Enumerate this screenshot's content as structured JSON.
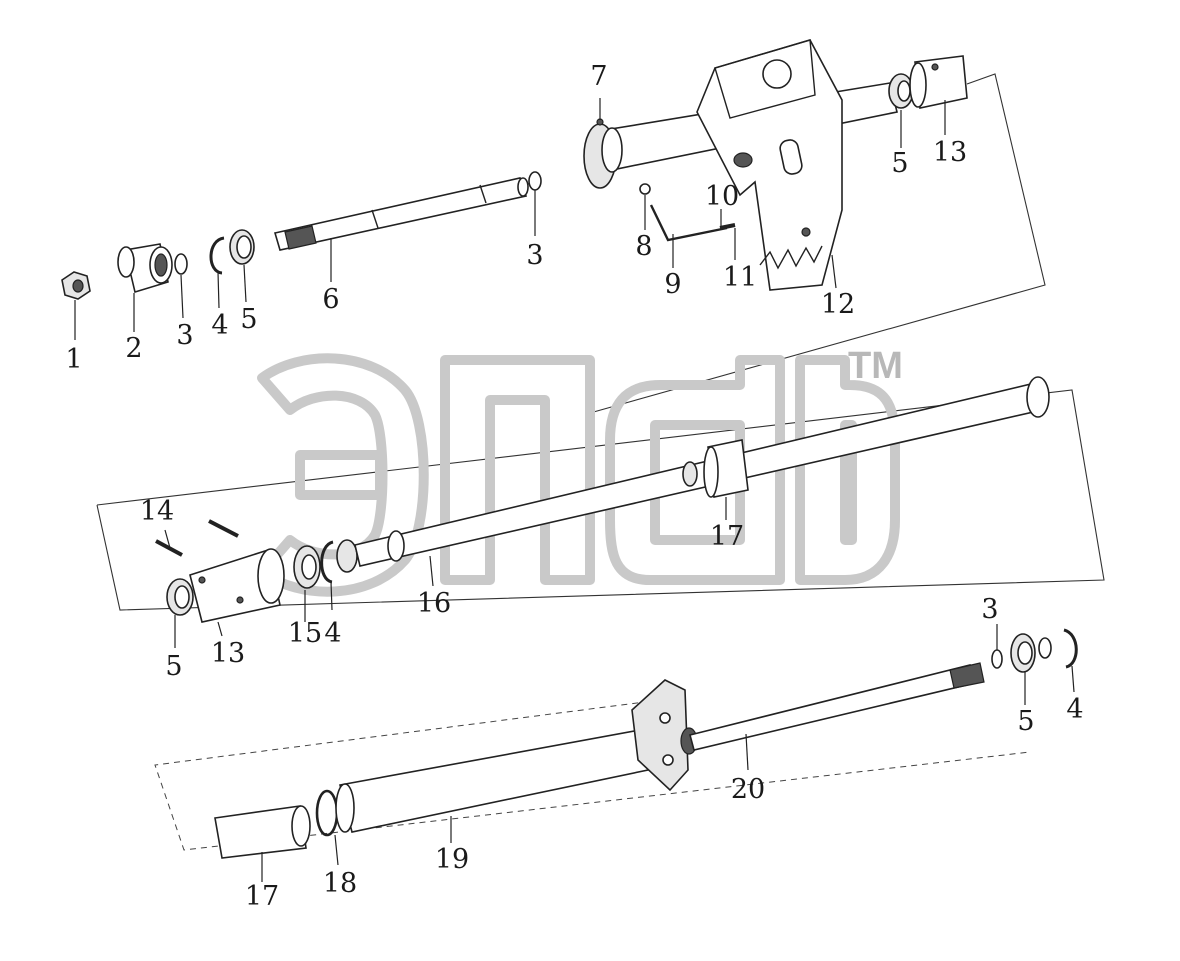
{
  "watermark": {
    "trademark": "TM"
  },
  "callouts": [
    "1",
    "2",
    "3",
    "4",
    "5",
    "6",
    "3",
    "7",
    "8",
    "9",
    "10",
    "11",
    "12",
    "5",
    "13",
    "14",
    "5",
    "13",
    "15",
    "4",
    "16",
    "17",
    "3",
    "5",
    "4",
    "20",
    "17",
    "18",
    "19"
  ]
}
